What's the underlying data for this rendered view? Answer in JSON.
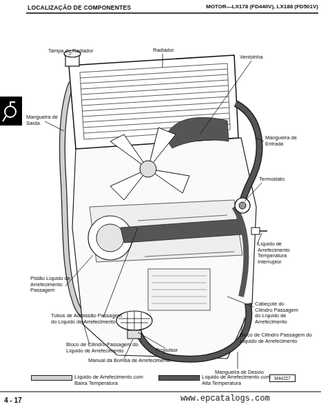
{
  "diagram": {
    "title": "LOCALIZAÇÃO DE COMPONENTES",
    "labels": [
      "MOTOR—LX178 (FD440V), LX188 (FD501V)",
      "Tampa do Radiador",
      "Radiador",
      "Ventoinha",
      "Mangueira de Saída",
      "Mangueira de Entrada",
      "Termostato",
      "Líquido de Arrefecimento Temperatura Interruptor",
      "Pistão Líquido de Arrefecimento Passagem",
      "Tubos de Admissão Passagem do Líquido de Arrefecimento",
      "Cabeçote do Cilindro Passagem do Líquido de Arrefecimento",
      "Bloco de Cilindro Passagem do Líquido de Arrefecimento",
      "Bloco de Cilindro Passagem do Líquido de Arrefecimento",
      "Propulsor",
      "Manual da Bomba de Arrefecimento",
      "Mangueira de Desvio",
      "M44227",
      "4 - 17",
      "www.epcatalogs.com"
    ],
    "legend": [
      {
        "text": "Líquido de Arrefecimento com Baixa Temperatura",
        "color": "#d0d0d0"
      },
      {
        "text": "Líquido de Arrefecimento com Alta Temperatura",
        "color": "#555555"
      }
    ]
  }
}
